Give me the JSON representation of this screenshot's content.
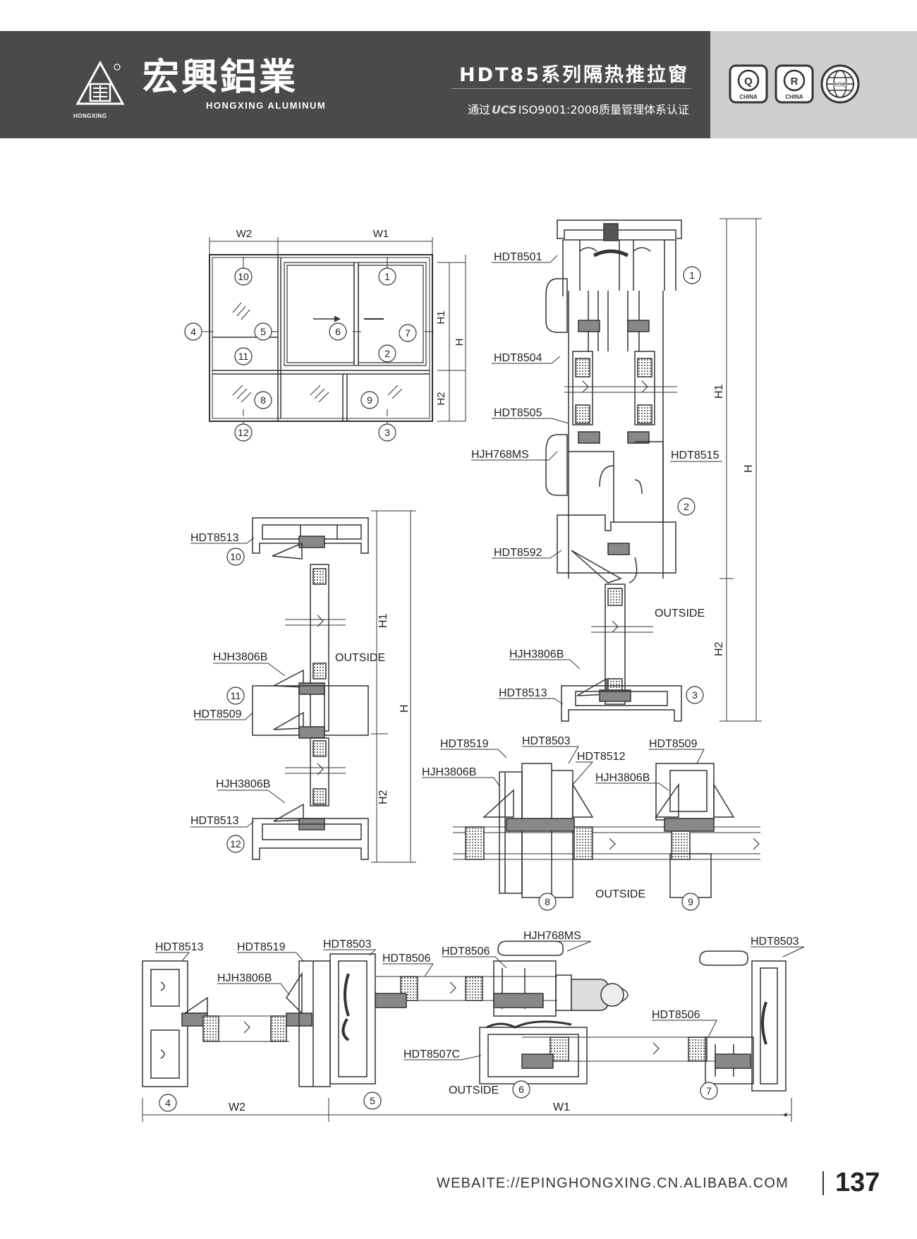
{
  "header": {
    "brand_cn": "宏興鋁業",
    "brand_en": "HONGXING ALUMINUM",
    "logo_caption": "HONGXING",
    "series_title": "HDT85系列隔热推拉窗",
    "cert_prefix": "通过",
    "cert_ucs": "UCS",
    "cert_suffix": "ISO9001:2008质量管理体系认证",
    "badges": [
      {
        "letter": "Q",
        "caption": "CHINA"
      },
      {
        "letter": "R",
        "caption": "CHINA"
      },
      {
        "letter": "",
        "caption": "ASQ"
      }
    ]
  },
  "elevation": {
    "dims": {
      "w2": "W2",
      "w1": "W1",
      "h1": "H1",
      "h2": "H2",
      "h": "H"
    },
    "callouts": [
      "10",
      "1",
      "4",
      "5",
      "6",
      "7",
      "11",
      "2",
      "8",
      "9",
      "12",
      "3"
    ]
  },
  "section_right": {
    "labels": [
      "HDT8501",
      "HDT8504",
      "HDT8505",
      "HJH768MS",
      "HDT8515",
      "HDT8592",
      "HJH3806B",
      "HDT8513"
    ],
    "callouts": [
      "1",
      "2",
      "3"
    ],
    "outside": "OUTSIDE",
    "dims": {
      "h1": "H1",
      "h2": "H2",
      "h": "H"
    }
  },
  "section_left": {
    "labels": [
      "HDT8513",
      "HJH3806B",
      "HDT8509",
      "HJH3806B",
      "HDT8513"
    ],
    "callouts": [
      "10",
      "11",
      "12"
    ],
    "outside": "OUTSIDE",
    "dims": {
      "h1": "H1",
      "h2": "H2",
      "h": "H"
    }
  },
  "section_mid": {
    "labels": [
      "HDT8519",
      "HDT8503",
      "HDT8512",
      "HJH3806B",
      "HDT8509",
      "HJH3806B"
    ],
    "callouts": [
      "8",
      "9"
    ],
    "outside": "OUTSIDE"
  },
  "section_bottom": {
    "labels": [
      "HDT8513",
      "HDT8519",
      "HDT8503",
      "HJH3806B",
      "HDT8506",
      "HDT8506",
      "HJH768MS",
      "HDT8503",
      "HDT8506",
      "HDT8507C"
    ],
    "callouts": [
      "4",
      "5",
      "6",
      "7"
    ],
    "outside": "OUTSIDE",
    "dims": {
      "w2": "W2",
      "w1": "W1"
    }
  },
  "footer": {
    "url": "WEBAITE://EPINGHONGXING.CN.ALIBABA.COM",
    "page": "137"
  }
}
